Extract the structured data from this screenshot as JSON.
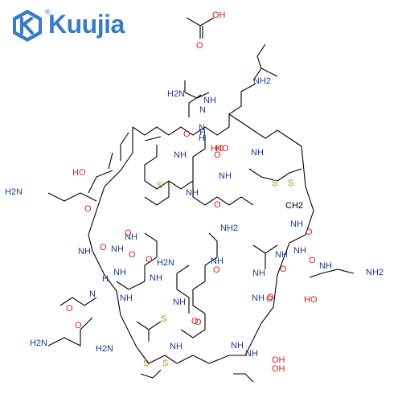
{
  "brand": {
    "name": "Kuujia",
    "registered_mark": "®",
    "color": "#3a7bc8"
  },
  "colors": {
    "nitrogen": "#1a3c8c",
    "oxygen": "#d62020",
    "sulfur": "#b8860b",
    "carbon": "#000000"
  },
  "acetic_acid": {
    "o_label": "O",
    "oh_label": "OH"
  },
  "atoms": [
    {
      "t": "NH2",
      "c": "n"
    },
    {
      "t": "NH",
      "c": "n"
    },
    {
      "t": "H2N",
      "c": "n"
    },
    {
      "t": "N",
      "c": "n"
    },
    {
      "t": "H",
      "c": "n"
    },
    {
      "t": "N",
      "c": "n"
    },
    {
      "t": "H",
      "c": "n"
    },
    {
      "t": "O",
      "c": "o"
    },
    {
      "t": "NH",
      "c": "n"
    },
    {
      "t": "O",
      "c": "o"
    },
    {
      "t": "HO",
      "c": "o"
    },
    {
      "t": "NH",
      "c": "n"
    },
    {
      "t": "S",
      "c": "s"
    },
    {
      "t": "S",
      "c": "s"
    },
    {
      "t": "CH2",
      "c": "k"
    },
    {
      "t": "NH",
      "c": "n"
    },
    {
      "t": "O",
      "c": "o"
    },
    {
      "t": "NH",
      "c": "n"
    },
    {
      "t": "O",
      "c": "o"
    },
    {
      "t": "HO",
      "c": "o"
    },
    {
      "t": "S",
      "c": "s"
    },
    {
      "t": "NH",
      "c": "n"
    },
    {
      "t": "NH",
      "c": "n"
    },
    {
      "t": "O",
      "c": "o"
    },
    {
      "t": "H2N",
      "c": "n"
    },
    {
      "t": "O",
      "c": "o"
    },
    {
      "t": "NH",
      "c": "n"
    },
    {
      "t": "O",
      "c": "o"
    },
    {
      "t": "NH",
      "c": "n"
    },
    {
      "t": "NH2",
      "c": "n"
    },
    {
      "t": "O",
      "c": "o"
    },
    {
      "t": "NH",
      "c": "n"
    },
    {
      "t": "O",
      "c": "o"
    },
    {
      "t": "NH",
      "c": "n"
    },
    {
      "t": "O",
      "c": "o"
    },
    {
      "t": "NH",
      "c": "n"
    },
    {
      "t": "NH",
      "c": "n"
    },
    {
      "t": "HO",
      "c": "o"
    },
    {
      "t": "O",
      "c": "o"
    },
    {
      "t": "NH",
      "c": "n"
    },
    {
      "t": "S",
      "c": "s"
    },
    {
      "t": "O",
      "c": "o"
    },
    {
      "t": "NH",
      "c": "n"
    },
    {
      "t": "H2N",
      "c": "n"
    },
    {
      "t": "O",
      "c": "o"
    },
    {
      "t": "H",
      "c": "n"
    },
    {
      "t": "N",
      "c": "n"
    },
    {
      "t": "NH",
      "c": "n"
    },
    {
      "t": "NH",
      "c": "n"
    },
    {
      "t": "NH",
      "c": "n"
    },
    {
      "t": "O",
      "c": "o"
    },
    {
      "t": "NH",
      "c": "n"
    },
    {
      "t": "O",
      "c": "o"
    },
    {
      "t": "OH",
      "c": "o"
    },
    {
      "t": "O",
      "c": "o"
    },
    {
      "t": "NH",
      "c": "n"
    },
    {
      "t": "H2N",
      "c": "n"
    },
    {
      "t": "O",
      "c": "o"
    },
    {
      "t": "NH",
      "c": "n"
    },
    {
      "t": "O",
      "c": "o"
    },
    {
      "t": "S",
      "c": "s"
    },
    {
      "t": "S",
      "c": "s"
    },
    {
      "t": "NH",
      "c": "n"
    },
    {
      "t": "OH",
      "c": "o"
    },
    {
      "t": "H2N",
      "c": "n"
    },
    {
      "t": "NH2",
      "c": "n"
    },
    {
      "t": "HO",
      "c": "o"
    }
  ]
}
